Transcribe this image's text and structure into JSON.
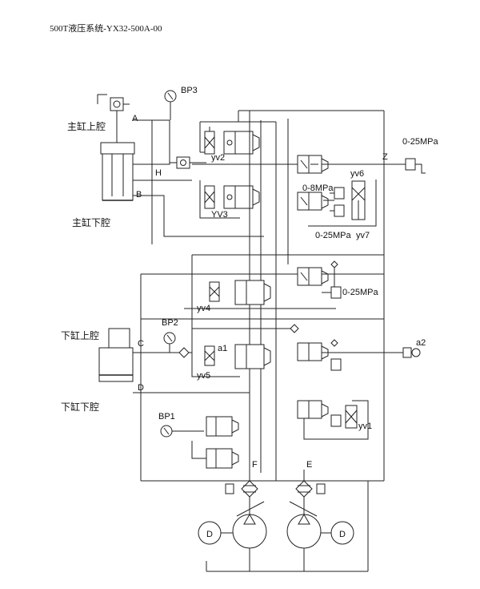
{
  "title": "500T液压系统-YX32-500A-00",
  "cylinders": {
    "main_upper": "主缸上腔",
    "main_lower": "主缸下腔",
    "eject_upper": "下缸上腔",
    "eject_lower": "下缸下腔"
  },
  "gauges": {
    "bp3": "BP3",
    "bp2": "BP2",
    "bp1": "BP1"
  },
  "ports": {
    "A": "A",
    "B": "B",
    "H": "H",
    "Z": "Z",
    "C": "C",
    "D": "D",
    "F": "F",
    "E": "E"
  },
  "valves": {
    "yv2": "yv2",
    "yv3": "YV3",
    "yv4": "yv4",
    "yv5": "yv5",
    "yv6": "yv6",
    "yv7": "yv7",
    "yv1": "yv1",
    "a1": "a1",
    "a2": "a2"
  },
  "pressures": {
    "p_z": "0-25MPa",
    "p_8": "0-8MPa",
    "p_yv7": "0-25MPa",
    "p_mid": "0-25MPa"
  },
  "motor_label": "D"
}
